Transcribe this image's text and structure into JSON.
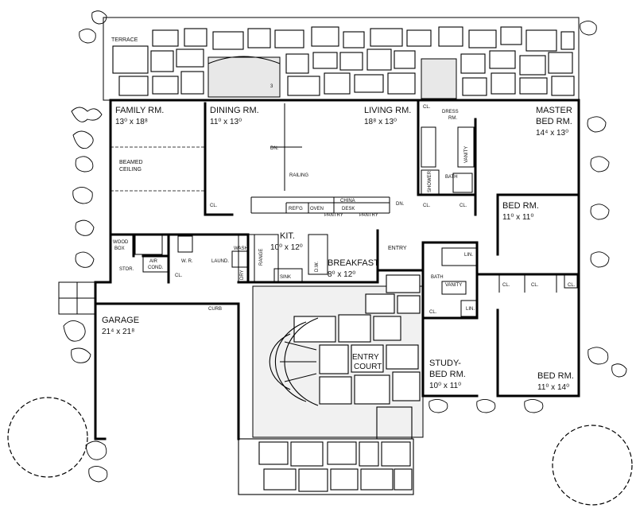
{
  "plan": {
    "rooms": {
      "terrace": {
        "name": "TERRACE"
      },
      "family": {
        "name": "FAMILY RM.",
        "size": "13⁰ x 18⁸"
      },
      "dining": {
        "name": "DINING RM.",
        "size": "11⁰ x 13⁰"
      },
      "living": {
        "name": "LIVING RM.",
        "size": "18⁸ x 13⁰"
      },
      "master": {
        "name": "MASTER",
        "name2": "BED RM.",
        "size": "14⁴ x 13⁰"
      },
      "bed1": {
        "name": "BED RM.",
        "size": "11⁰ x 11⁰"
      },
      "bed2": {
        "name": "BED RM.",
        "size": "11⁰ x 14⁰"
      },
      "study": {
        "name": "STUDY-",
        "name2": "BED RM.",
        "size": "10⁰ x 11⁰"
      },
      "kit": {
        "name": "KIT.",
        "size": "10⁰ x 12⁰"
      },
      "breakfast": {
        "name": "BREAKFAST",
        "size": "8⁰ x 12⁰"
      },
      "garage": {
        "name": "GARAGE",
        "size": "21⁴ x 21⁸"
      },
      "entry": {
        "name": "ENTRY"
      },
      "entry_court": {
        "name": "ENTRY",
        "name2": "COURT"
      }
    },
    "small_labels": {
      "beamed": "BEAMED",
      "ceiling": "CEILING",
      "dn1": "DN.",
      "dn2": "DN.",
      "railing": "RAILING",
      "cl_family": "CL.",
      "cl_master": "CL.",
      "dress": "DRESS",
      "dress2": "RM.",
      "vanity_master": "VANITY",
      "shower": "SHOWER",
      "bath_master": "BATH",
      "cl_m1": "CL.",
      "cl_m2": "CL.",
      "refg": "REF'G",
      "oven": "OVEN",
      "china": "CHINA",
      "desk": "DESK",
      "pantry1": "PANTRY",
      "pantry2": "PANTRY",
      "wood": "WOOD",
      "box": "BOX",
      "stor": "STOR.",
      "air": "AIR",
      "cond": "COND.",
      "wr": "W. R.",
      "cl_wr": "CL.",
      "laund": "LAUND.",
      "wash": "WASH",
      "dry": "DRY",
      "range": "RANGE",
      "dw": "D.W.",
      "sink": "SINK",
      "lin1": "LIN.",
      "lin2": "LIN.",
      "bath2": "BATH",
      "vanity2": "VANITY",
      "cl_b1": "CL.",
      "cl_b2": "CL.",
      "cl_b3": "CL.",
      "cl_study": "CL.",
      "curb": "CURB",
      "n3": "3"
    }
  }
}
